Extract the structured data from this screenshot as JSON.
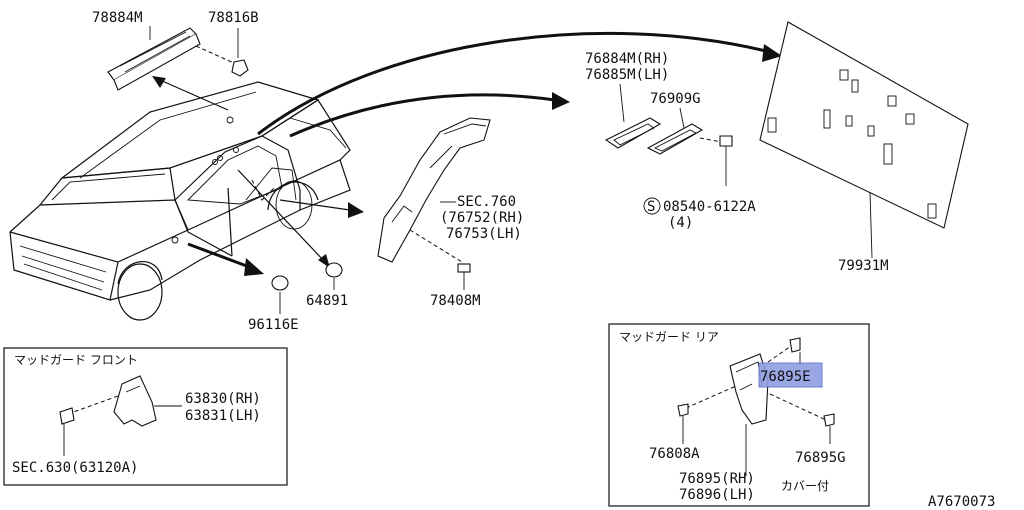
{
  "labels": {
    "p78884m": "78884M",
    "p78816b": "78816B",
    "p76884m": "76884M(RH)",
    "p76885m": "76885M(LH)",
    "p76909g": "76909G",
    "sec760": "SEC.760",
    "p76752": "(76752(RH)",
    "p76753": "76753(LH)",
    "screw_code": "08540-6122A",
    "screw_qty": "(4)",
    "screw_symbol": "S",
    "p79931m": "79931M",
    "p96116e": "96116E",
    "p64891": "64891",
    "p78408m": "78408M",
    "p63830": "63830(RH)",
    "p63831": "63831(LH)",
    "sec630": "SEC.630(63120A)",
    "p76895e": "76895E",
    "p76808a": "76808A",
    "p76895g": "76895G",
    "p76895rh": "76895(RH)",
    "p76896lh": "76896(LH)",
    "cover_note": "カバー付",
    "diagram_id": "A7670073"
  },
  "front_box": {
    "title": "マッドガード フロント"
  },
  "rear_box": {
    "title": "マッドガード リア"
  },
  "highlight": {
    "part": "76895E",
    "color": "#8f9ee3"
  }
}
